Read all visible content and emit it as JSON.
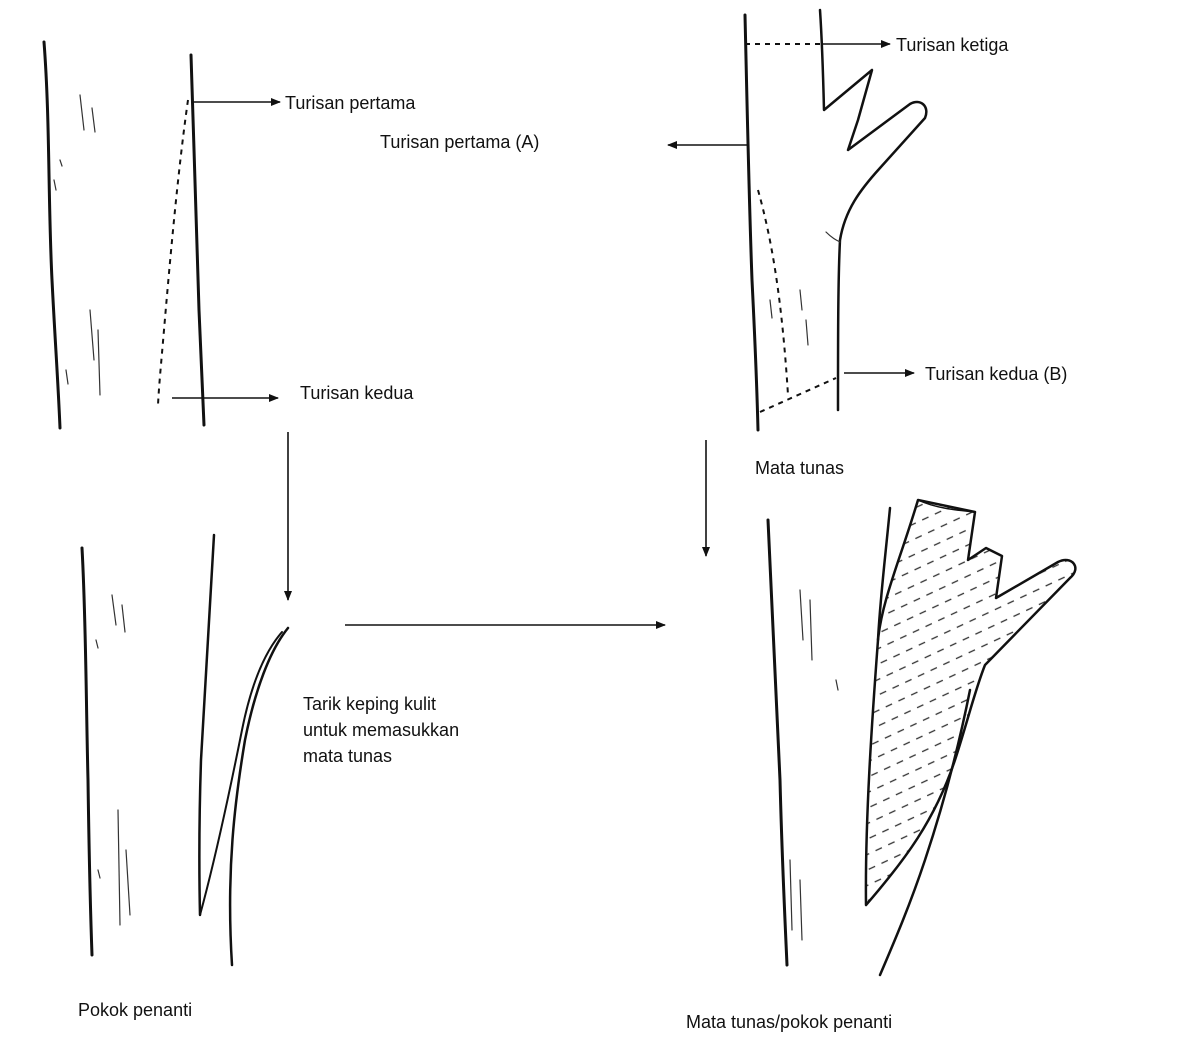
{
  "labels": {
    "turisan_pertama": "Turisan pertama",
    "turisan_kedua": "Turisan kedua",
    "turisan_ketiga": "Turisan ketiga",
    "turisan_pertama_a": "Turisan pertama (A)",
    "turisan_kedua_b": "Turisan kedua (B)",
    "mata_tunas": "Mata tunas",
    "tarik_line1": "Tarik keping kulit",
    "tarik_line2": "untuk memasukkan",
    "tarik_line3": "mata tunas",
    "pokok_penanti": "Pokok penanti",
    "mata_tunas_pokok_penanti": "Mata tunas/pokok penanti"
  },
  "colors": {
    "ink": "#111111",
    "hatch": "#333333",
    "background": "#ffffff"
  }
}
